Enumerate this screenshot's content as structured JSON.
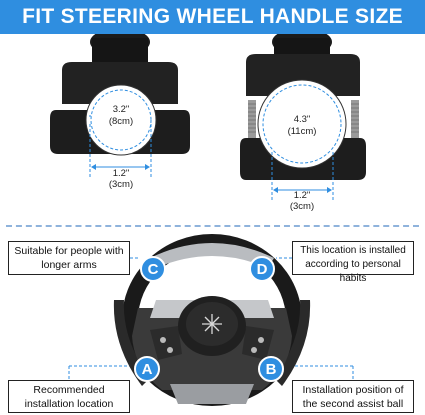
{
  "banner": {
    "title": "FIT STEERING WHEEL HANDLE SIZE"
  },
  "left_clamp": {
    "diameter": "3.2\"",
    "diameter_cm": "(8cm)",
    "width": "1.2\"",
    "width_cm": "(3cm)"
  },
  "right_clamp": {
    "diameter": "4.3\"",
    "diameter_cm": "(11cm)",
    "width": "1.2\"",
    "width_cm": "(3cm)"
  },
  "labels": {
    "top_left": "Suitable for people with longer arms",
    "top_right": "This location is installed according to personal habits",
    "bottom_left": "Recommended installation location",
    "bottom_right": "Installation position of the second assist ball"
  },
  "markers": {
    "a": "A",
    "b": "B",
    "c": "C",
    "d": "D"
  },
  "colors": {
    "accent": "#2f8ee0",
    "badge": "#2f8ee0",
    "dim_line": "#2f8ee0"
  }
}
